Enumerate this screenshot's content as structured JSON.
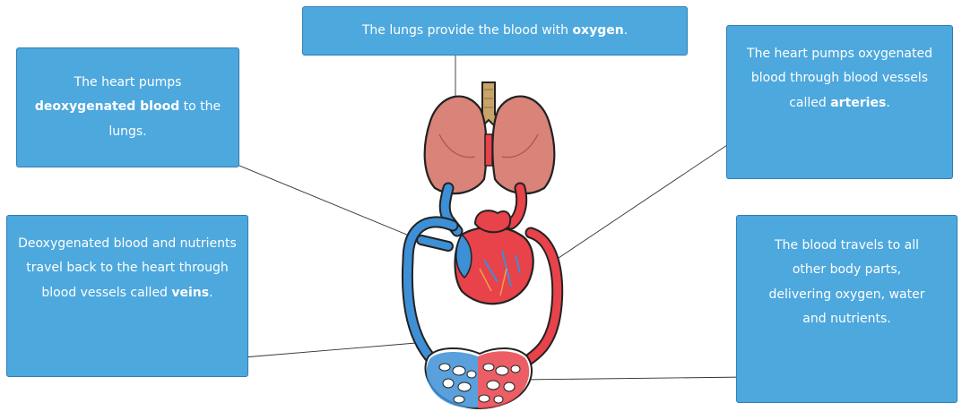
{
  "boxes": {
    "top": {
      "pre": "The lungs provide the blood with ",
      "bold": "oxygen",
      "post": "."
    },
    "top_left": {
      "line1": "The heart pumps",
      "bold": "deoxygenated blood",
      "mid": " to the",
      "line3": "lungs."
    },
    "top_right": {
      "line1": "The heart pumps oxygenated",
      "line2": "blood through blood vessels",
      "pre": "called ",
      "bold": "arteries",
      "post": "."
    },
    "mid_left": {
      "line1": "Deoxygenated blood and nutrients",
      "line2": "travel back to the heart through",
      "pre": "blood vessels called ",
      "bold": "veins",
      "post": "."
    },
    "mid_right": {
      "line1": "The blood travels to all",
      "line2": "other body parts,",
      "line3": "delivering oxygen, water",
      "line4": "and nutrients."
    }
  },
  "colors": {
    "box_fill": "#4da8dd",
    "oxygenated": "#e8424a",
    "deoxygenated": "#3d8fd6",
    "lungs": "#d98379",
    "trachea": "#c9a46a"
  },
  "icons": [
    "lungs-illustration",
    "heart-illustration",
    "capillary-bed-illustration"
  ]
}
